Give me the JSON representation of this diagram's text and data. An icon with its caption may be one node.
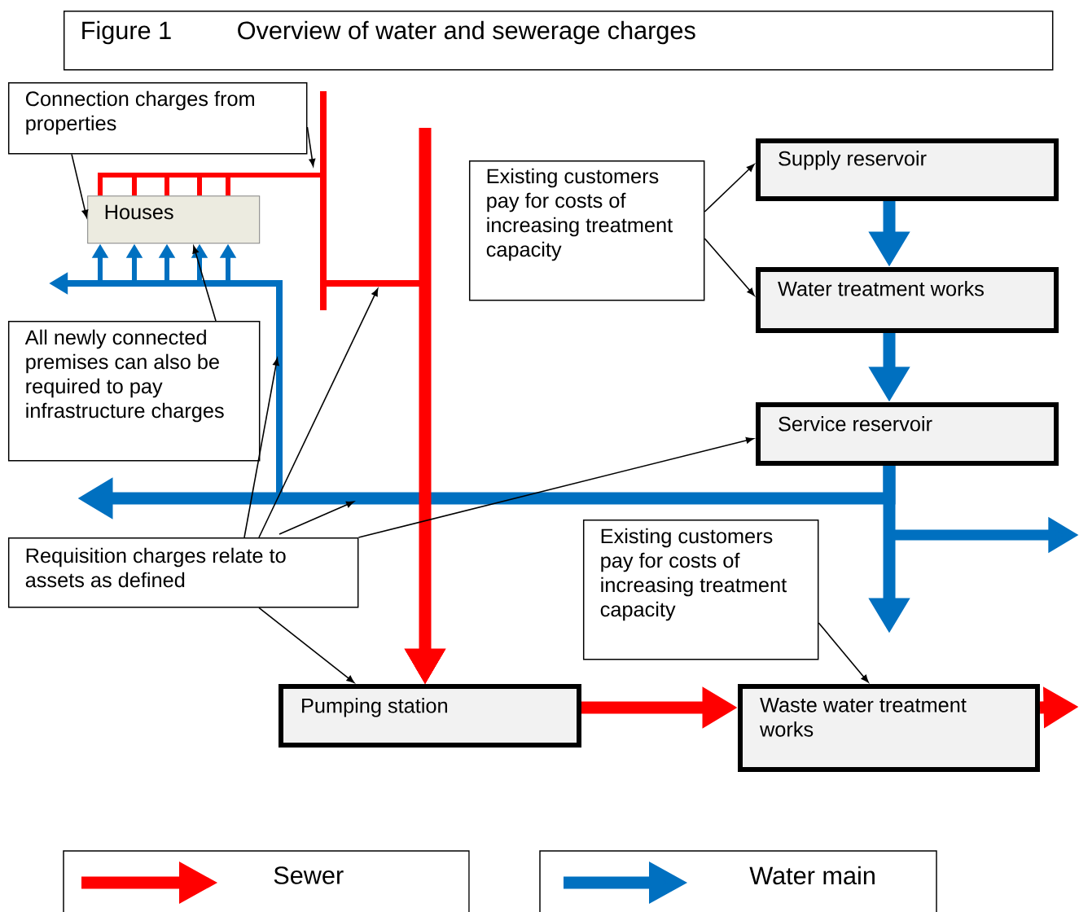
{
  "diagram": {
    "nodes": [
      {
        "text": [
          "Figure 1",
          "Overview of water and sewerage charges"
        ]
      },
      {
        "text": [
          "Connection charges from properties"
        ]
      },
      {
        "text": [
          "Houses"
        ]
      },
      {
        "text": [
          "Existing customers pay for costs of increasing treatment capacity"
        ]
      },
      {
        "text": [
          "Supply reservoir"
        ]
      },
      {
        "text": [
          "Water treatment works"
        ]
      },
      {
        "text": [
          "All newly connected premises can also be required to pay infrastructure charges"
        ]
      },
      {
        "text": [
          "Service reservoir"
        ]
      },
      {
        "text": [
          "Requisition charges relate to assets as defined"
        ]
      },
      {
        "text": [
          "Existing customers pay for costs of increasing treatment capacity"
        ]
      },
      {
        "text": [
          "Pumping station"
        ]
      },
      {
        "text": [
          "Waste water treatment works"
        ]
      }
    ],
    "edges": [
      {
        "from": 1,
        "to": 2,
        "arrow": "to"
      },
      {
        "from": 1,
        "to": null,
        "arrow": "to"
      },
      {
        "from": 3,
        "to": 4,
        "arrow": "to"
      },
      {
        "from": 3,
        "to": 5,
        "arrow": "to"
      },
      {
        "from": 6,
        "to": 2,
        "arrow": "to"
      },
      {
        "from": 8,
        "to": null,
        "arrow": "to"
      },
      {
        "from": 8,
        "to": null,
        "arrow": "to"
      },
      {
        "from": 8,
        "to": null,
        "arrow": "to"
      },
      {
        "from": 8,
        "to": 7,
        "arrow": "to"
      },
      {
        "from": 8,
        "to": 10,
        "arrow": "to"
      },
      {
        "from": 9,
        "to": 11,
        "arrow": "to"
      },
      {
        "from": 4,
        "to": 5,
        "arrow": "to",
        "style": "thick",
        "color": "#0070c0"
      },
      {
        "from": 5,
        "to": 7,
        "arrow": "to",
        "style": "thick",
        "color": "#0070c0"
      },
      {
        "from": 7,
        "to": null,
        "arrow": "to",
        "style": "thick",
        "color": "#0070c0"
      },
      {
        "from": 7,
        "to": null,
        "arrow": "to",
        "style": "thick",
        "color": "#0070c0"
      },
      {
        "from": 7,
        "to": null,
        "arrow": "to",
        "style": "thick",
        "color": "#0070c0"
      },
      {
        "from": 7,
        "to": null,
        "arrow": "to",
        "color": "#0070c0"
      },
      {
        "from": null,
        "to": 2,
        "arrow": "to",
        "color": "#0070c0"
      },
      {
        "from": null,
        "to": 2,
        "arrow": "to",
        "color": "#0070c0"
      },
      {
        "from": null,
        "to": 2,
        "arrow": "to",
        "color": "#0070c0"
      },
      {
        "from": null,
        "to": 2,
        "arrow": "to",
        "color": "#0070c0"
      },
      {
        "from": null,
        "to": 2,
        "arrow": "to",
        "color": "#0070c0"
      },
      {
        "from": null,
        "to": 10,
        "arrow": "to",
        "style": "thick",
        "color": "#ff0000"
      },
      {
        "from": 10,
        "to": 11,
        "arrow": "to",
        "style": "thick",
        "color": "#ff0000"
      },
      {
        "from": 11,
        "to": null,
        "arrow": "to",
        "style": "thick",
        "color": "#ff0000"
      },
      {
        "from": 2,
        "to": 10,
        "arrow": "to",
        "color": "#ff0000"
      },
      {
        "from": 2,
        "to": 10,
        "arrow": "to",
        "color": "#ff0000"
      },
      {
        "from": 2,
        "to": 10,
        "arrow": "to",
        "color": "#ff0000"
      },
      {
        "from": 2,
        "to": 10,
        "arrow": "to",
        "color": "#ff0000"
      },
      {
        "from": 2,
        "to": 10,
        "arrow": "to",
        "color": "#ff0000"
      },
      {
        "from": null,
        "to": 10,
        "arrow": "to",
        "color": "#ff0000"
      }
    ],
    "legend": [
      {
        "text": "Sewer"
      },
      {
        "text": "Water main"
      }
    ]
  }
}
